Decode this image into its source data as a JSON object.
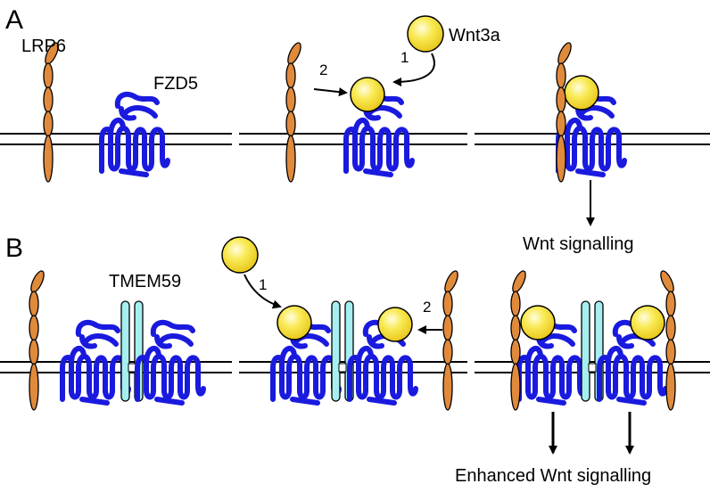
{
  "panels": {
    "a": "A",
    "b": "B"
  },
  "labels": {
    "lrp6": "LRP6",
    "fzd5": "FZD5",
    "wnt3a": "Wnt3a",
    "tmem59": "TMEM59",
    "wnt_signalling": "Wnt signalling",
    "enhanced_wnt_signalling": "Enhanced Wnt signalling"
  },
  "steps": {
    "one": "1",
    "two": "2"
  },
  "colors": {
    "membrane": "#000000",
    "lrp6": "#e08a3c",
    "fzd5": "#1a1adf",
    "tmem59": "#a6eef0",
    "wnt": "#f7e23a"
  }
}
